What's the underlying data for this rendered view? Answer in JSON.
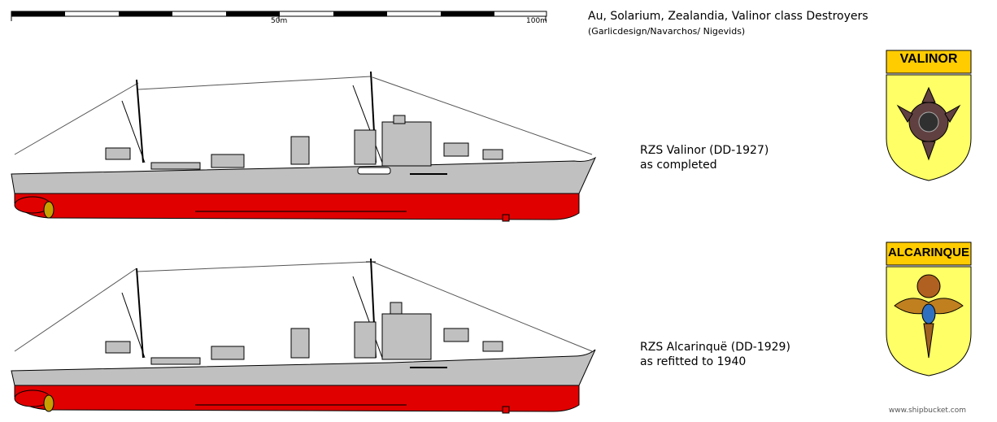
{
  "header": {
    "title": "Au, Solarium, Zealandia, Valinor class Destroyers",
    "credits": "(Garlicdesign/Navarchos/ Nigevids)"
  },
  "scale": {
    "mid_label": "50m",
    "end_label": "100m"
  },
  "ships": [
    {
      "name": "RZS Valinor (DD-1927)",
      "status": "as completed",
      "crest_label": "VALINOR",
      "crest_emblem": "spiked-shield-emblem"
    },
    {
      "name": "RZS Alcarinquë (DD-1929)",
      "status": "as refitted to 1940",
      "crest_label": "ALCARINQUE",
      "crest_emblem": "winged-jewel-emblem"
    }
  ],
  "colors": {
    "hull_grey": "#c0c0c0",
    "antifouling_red": "#e00000",
    "crest_yellow": "#ffff66",
    "crest_banner": "#ffcc00"
  },
  "footer": {
    "watermark": "www.shipbucket.com"
  }
}
